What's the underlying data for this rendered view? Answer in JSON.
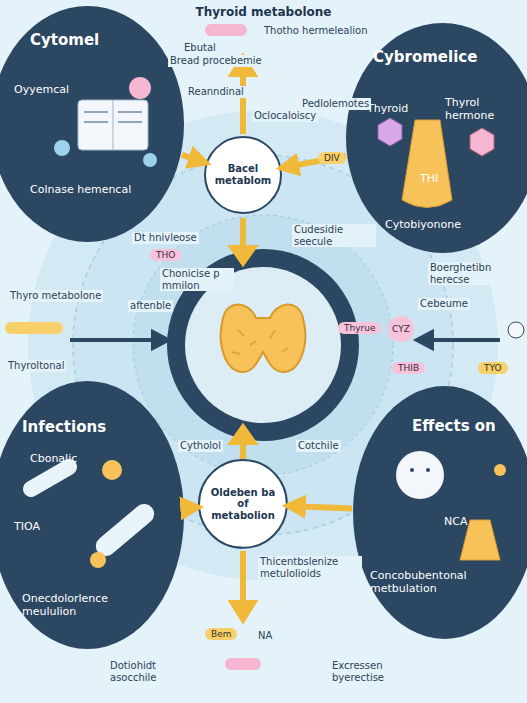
{
  "diagram": {
    "title": "Thyroid metabolone",
    "nodes": [
      {
        "text": [
          "Cytomel",
          "Oyyemcal",
          "Colnase hemencal"
        ]
      },
      {
        "text": [
          "Cybromelice",
          "Thyroid",
          "Thyrol hermone",
          "THI",
          "Cytobiyonone"
        ]
      },
      {
        "text": [
          "Bacel metablom"
        ]
      },
      {
        "text": [
          "Oldeben ba of metabolion"
        ]
      },
      {
        "text": [
          "Infections",
          "Cbonalic",
          "TIOA",
          "Onecdolorlence meululion"
        ]
      },
      {
        "text": [
          "Effects on",
          "NCA",
          "Concobubentonal metbulation"
        ]
      }
    ],
    "edges": [
      {
        "from": 0,
        "to": 2,
        "arrow": "to"
      },
      {
        "from": 1,
        "to": 2,
        "arrow": "to"
      },
      {
        "from": 4,
        "to": 3,
        "arrow": "to"
      },
      {
        "from": 5,
        "to": 3,
        "arrow": "to"
      }
    ],
    "labels": [
      "Thotho hermelealion",
      "Ebutal",
      "Bread procebemie",
      "Reanndinal",
      "Oclocaloiscy",
      "Pedlolemotes",
      "Dt hnivleose",
      "THO",
      "Chonicise p mmilon",
      "Cudesidie seecule",
      "DIV",
      "Thyro metabolone",
      "aftenble",
      "Thyroltonal",
      "Boerghetibn herecse",
      "Cebeume",
      "Thyrue",
      "CYZ",
      "THIB",
      "TYO",
      "Cytholol",
      "Cotchile",
      "Thicentbslenize metulolioids",
      "Bem",
      "NA",
      "Dotiohidt asocchile",
      "Excressen byerectise"
    ]
  }
}
